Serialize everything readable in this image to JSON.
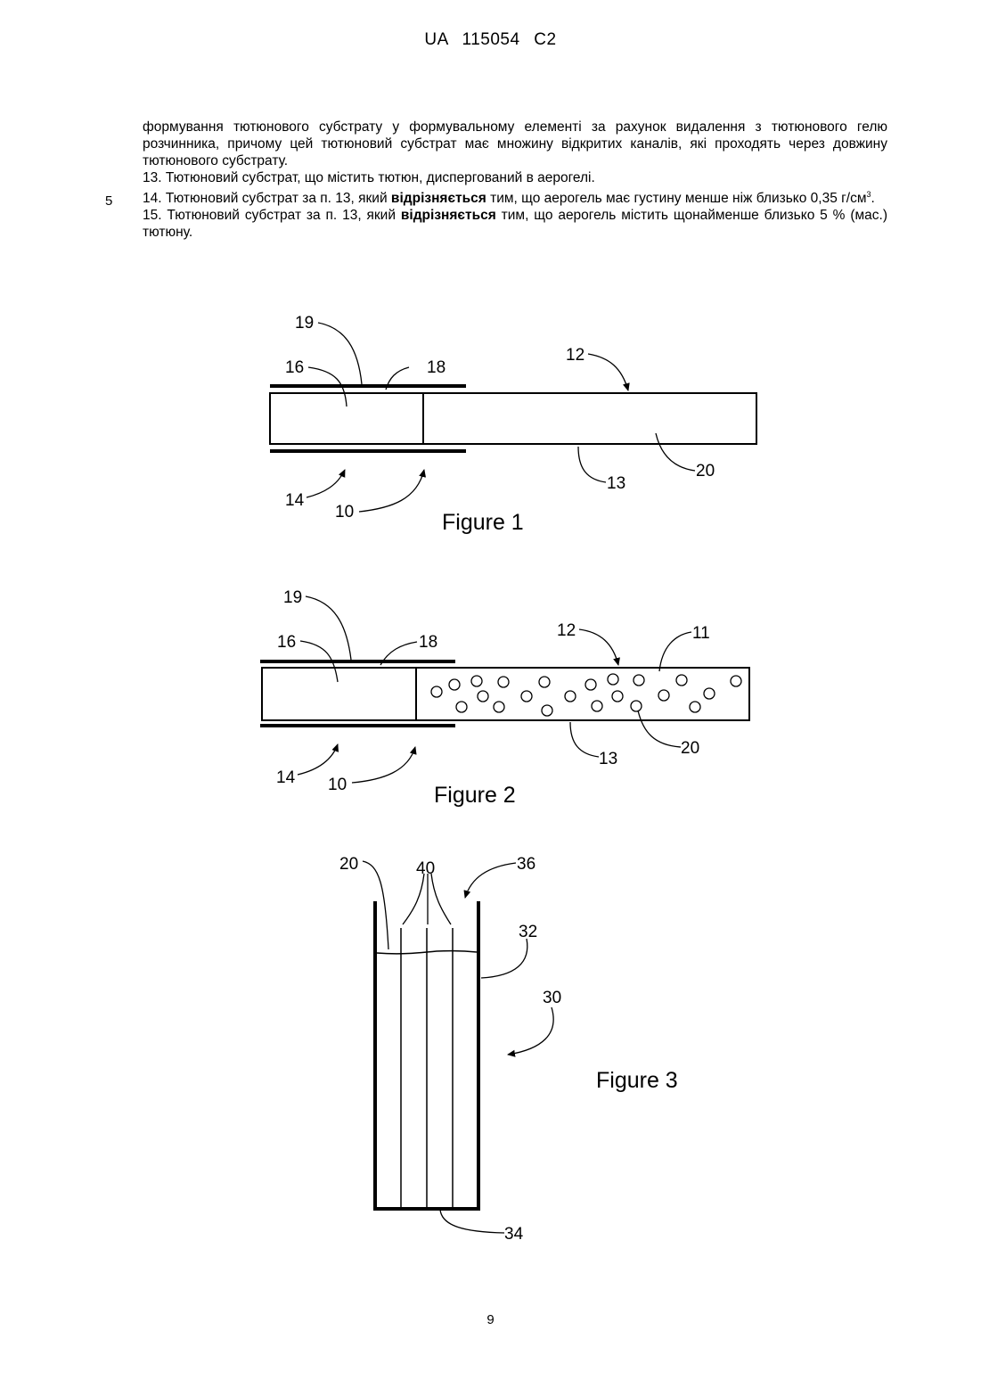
{
  "header": {
    "doc_id": "UA  115054  C2"
  },
  "body": {
    "para_a": "формування тютюнового субстрату у формувальному елементі за рахунок видалення з тютюнового гелю розчинника, причому цей тютюновий субстрат має множину відкритих каналів, які проходять через довжину тютюнового субстрату.",
    "claim13": "13. Тютюновий субстрат, що містить тютюн, диспергований в аерогелі.",
    "claim14_start": "14. Тютюновий субстрат за п. 13, який ",
    "claim14_bold": "відрізняється",
    "claim14_end": " тим, що аерогель має густину менше ніж близько 0,35 г/см",
    "claim14_sup": "3",
    "claim14_tail": ".",
    "claim15_start": "15. Тютюновий субстрат за п. 13, який ",
    "claim15_bold": "відрізняється",
    "claim15_end": " тим, що аерогель містить щонайменше близько 5 % (мас.) тютюну.",
    "line_number": "5"
  },
  "figure1": {
    "caption": "Figure 1",
    "labels": {
      "l19": "19",
      "l16": "16",
      "l18": "18",
      "l12": "12",
      "l14": "14",
      "l10": "10",
      "l13": "13",
      "l20": "20"
    }
  },
  "figure2": {
    "caption": "Figure 2",
    "labels": {
      "l19": "19",
      "l16": "16",
      "l18": "18",
      "l12": "12",
      "l11": "11",
      "l14": "14",
      "l10": "10",
      "l13": "13",
      "l20": "20"
    }
  },
  "figure3": {
    "caption": "Figure 3",
    "labels": {
      "l20": "20",
      "l40": "40",
      "l36": "36",
      "l32": "32",
      "l30": "30",
      "l34": "34"
    }
  },
  "page_number": "9"
}
